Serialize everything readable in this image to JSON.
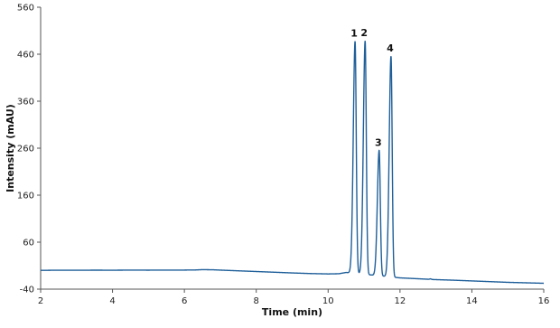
{
  "chart_data": {
    "type": "line",
    "title": "",
    "xlabel": "Time (min)",
    "ylabel": "Intensity (mAU)",
    "xlim": [
      2,
      16
    ],
    "ylim": [
      -40,
      560
    ],
    "xticks": [
      2,
      4,
      6,
      8,
      10,
      12,
      14,
      16
    ],
    "yticks": [
      -40,
      60,
      160,
      260,
      360,
      460,
      560
    ],
    "grid": false,
    "line_color": "#1f5f99",
    "baseline": [
      [
        2.0,
        0
      ],
      [
        2.5,
        0.3
      ],
      [
        3.0,
        0.2
      ],
      [
        3.5,
        0.4
      ],
      [
        4.0,
        0.3
      ],
      [
        4.5,
        0.5
      ],
      [
        5.0,
        0.4
      ],
      [
        5.5,
        0.6
      ],
      [
        6.0,
        0.6
      ],
      [
        6.3,
        0.8
      ],
      [
        6.5,
        1.5
      ],
      [
        6.8,
        1.2
      ],
      [
        7.0,
        0.5
      ],
      [
        7.5,
        -1.0
      ],
      [
        8.0,
        -2.5
      ],
      [
        8.5,
        -4.0
      ],
      [
        9.0,
        -5.5
      ],
      [
        9.5,
        -6.8
      ],
      [
        10.0,
        -7.6
      ],
      [
        10.3,
        -7.2
      ],
      [
        10.5,
        -4.5
      ],
      [
        12.0,
        -16.0
      ],
      [
        12.8,
        -19.0
      ],
      [
        12.85,
        -18.0
      ],
      [
        12.9,
        -19.5
      ],
      [
        13.5,
        -21.0
      ],
      [
        14.0,
        -22.5
      ],
      [
        14.5,
        -24.0
      ],
      [
        15.0,
        -25.5
      ],
      [
        15.5,
        -26.5
      ],
      [
        16.0,
        -27.5
      ]
    ],
    "peaks": [
      {
        "label": "1",
        "t": 10.75,
        "height": 494
      },
      {
        "label": "2",
        "t": 11.03,
        "height": 497
      },
      {
        "label": "3",
        "t": 11.42,
        "height": 267
      },
      {
        "label": "4",
        "t": 11.75,
        "height": 470
      }
    ]
  }
}
